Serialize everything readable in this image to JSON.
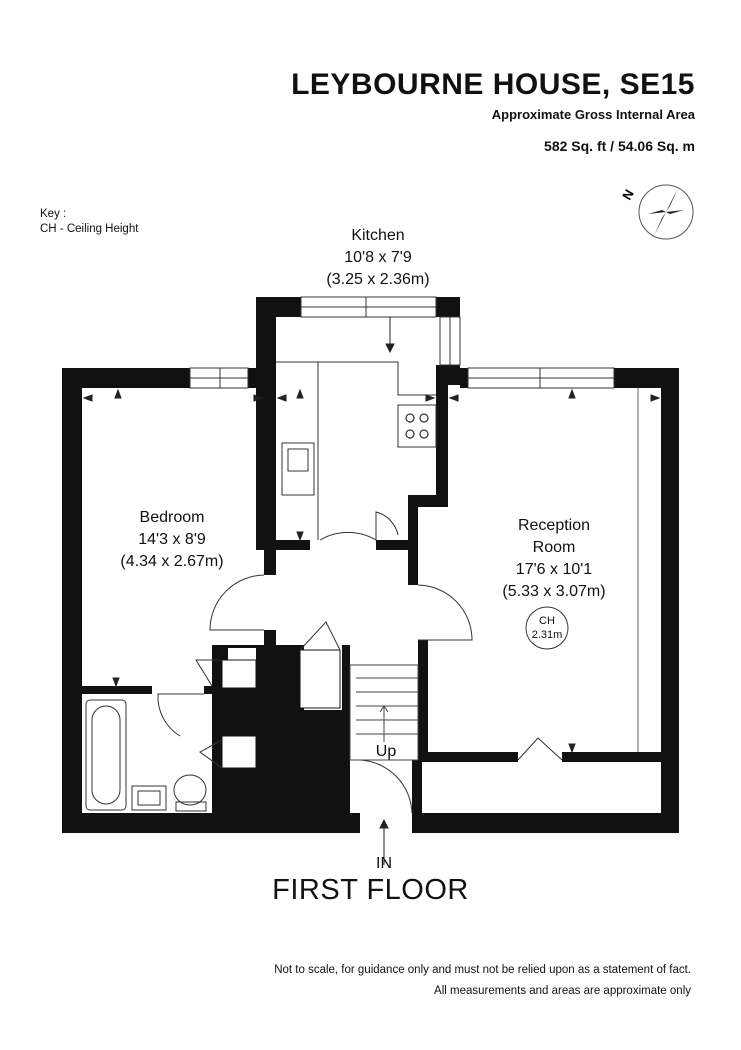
{
  "header": {
    "title": "LEYBOURNE HOUSE, SE15",
    "subtitle": "Approximate Gross Internal Area",
    "area": "582 Sq. ft / 54.06 Sq. m"
  },
  "key": {
    "heading": "Key :",
    "entry": "CH - Ceiling Height"
  },
  "compass": {
    "label": "N"
  },
  "rooms": {
    "kitchen": {
      "name": "Kitchen",
      "imperial": "10'8 x 7'9",
      "metric": "(3.25 x 2.36m)"
    },
    "bedroom": {
      "name": "Bedroom",
      "imperial": "14'3 x 8'9",
      "metric": "(4.34 x 2.67m)"
    },
    "reception": {
      "name": "Reception",
      "name2": "Room",
      "imperial": "17'6 x 10'1",
      "metric": "(5.33 x 3.07m)"
    }
  },
  "ceiling": {
    "label": "CH",
    "value": "2.31m"
  },
  "stairs": {
    "label": "Up"
  },
  "entrance": {
    "label": "IN"
  },
  "floor": {
    "label": "FIRST FLOOR"
  },
  "footer": {
    "line1": "Not to scale, for guidance only and must not be relied upon as a statement of fact.",
    "line2": "All measurements and areas are approximate only"
  }
}
